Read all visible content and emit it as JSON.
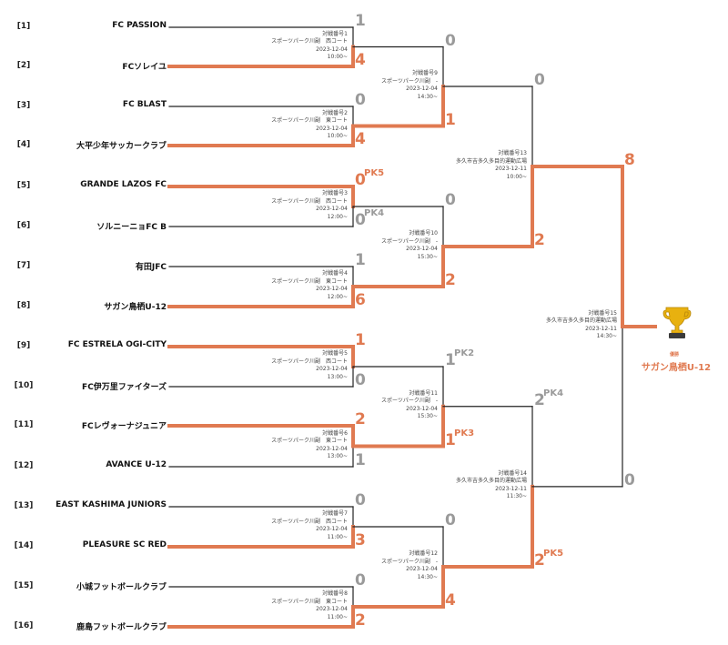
{
  "colors": {
    "win": "#e07a51",
    "lose": "#9a9a9a",
    "line": "#222222"
  },
  "teams": [
    {
      "seed": "[1]",
      "name": "FC PASSION"
    },
    {
      "seed": "[2]",
      "name": "FCソレイユ"
    },
    {
      "seed": "[3]",
      "name": "FC BLAST"
    },
    {
      "seed": "[4]",
      "name": "大平少年サッカークラブ"
    },
    {
      "seed": "[5]",
      "name": "GRANDE LAZOS FC"
    },
    {
      "seed": "[6]",
      "name": "ソルニーニョFC B"
    },
    {
      "seed": "[7]",
      "name": "有田JFC"
    },
    {
      "seed": "[8]",
      "name": "サガン鳥栖U-12"
    },
    {
      "seed": "[9]",
      "name": "FC ESTRELA OGI-CITY"
    },
    {
      "seed": "[10]",
      "name": "FC伊万里ファイターズ"
    },
    {
      "seed": "[11]",
      "name": "FCレヴォーナジュニア"
    },
    {
      "seed": "[12]",
      "name": "AVANCE U-12"
    },
    {
      "seed": "[13]",
      "name": "EAST KASHIMA JUNIORS"
    },
    {
      "seed": "[14]",
      "name": "PLEASURE SC RED"
    },
    {
      "seed": "[15]",
      "name": "小城フットボールクラブ"
    },
    {
      "seed": "[16]",
      "name": "鹿島フットボールクラブ"
    }
  ],
  "round1": [
    {
      "match": "対戦番号1",
      "venue": "スポーツパーク川副　西コート",
      "date": "2023-12-04",
      "time": "10:00~",
      "scores": [
        "1",
        "4"
      ],
      "pk": [
        "",
        ""
      ],
      "winner": 1
    },
    {
      "match": "対戦番号2",
      "venue": "スポーツパーク川副　東コート",
      "date": "2023-12-04",
      "time": "10:00~",
      "scores": [
        "0",
        "4"
      ],
      "pk": [
        "",
        ""
      ],
      "winner": 1
    },
    {
      "match": "対戦番号3",
      "venue": "スポーツパーク川副　西コート",
      "date": "2023-12-04",
      "time": "12:00~",
      "scores": [
        "0",
        "0"
      ],
      "pk": [
        "PK5",
        "PK4"
      ],
      "winner": 0
    },
    {
      "match": "対戦番号4",
      "venue": "スポーツパーク川副　東コート",
      "date": "2023-12-04",
      "time": "12:00~",
      "scores": [
        "1",
        "6"
      ],
      "pk": [
        "",
        ""
      ],
      "winner": 1
    },
    {
      "match": "対戦番号5",
      "venue": "スポーツパーク川副　西コート",
      "date": "2023-12-04",
      "time": "13:00~",
      "scores": [
        "1",
        "0"
      ],
      "pk": [
        "",
        ""
      ],
      "winner": 0
    },
    {
      "match": "対戦番号6",
      "venue": "スポーツパーク川副　東コート",
      "date": "2023-12-04",
      "time": "13:00~",
      "scores": [
        "2",
        "1"
      ],
      "pk": [
        "",
        ""
      ],
      "winner": 0
    },
    {
      "match": "対戦番号7",
      "venue": "スポーツパーク川副　西コート",
      "date": "2023-12-04",
      "time": "11:00~",
      "scores": [
        "0",
        "3"
      ],
      "pk": [
        "",
        ""
      ],
      "winner": 1
    },
    {
      "match": "対戦番号8",
      "venue": "スポーツパーク川副　東コート",
      "date": "2023-12-04",
      "time": "11:00~",
      "scores": [
        "0",
        "2"
      ],
      "pk": [
        "",
        ""
      ],
      "winner": 1
    }
  ],
  "round2": [
    {
      "match": "対戦番号9",
      "venue": "スポーツパーク川副　-",
      "date": "2023-12-04",
      "time": "14:30~",
      "scores": [
        "0",
        "1"
      ],
      "pk": [
        "",
        ""
      ],
      "winner": 1
    },
    {
      "match": "対戦番号10",
      "venue": "スポーツパーク川副　-",
      "date": "2023-12-04",
      "time": "15:30~",
      "scores": [
        "0",
        "2"
      ],
      "pk": [
        "",
        ""
      ],
      "winner": 1
    },
    {
      "match": "対戦番号11",
      "venue": "スポーツパーク川副　-",
      "date": "2023-12-04",
      "time": "15:30~",
      "scores": [
        "1",
        "1"
      ],
      "pk": [
        "PK2",
        "PK3"
      ],
      "winner": 1
    },
    {
      "match": "対戦番号12",
      "venue": "スポーツパーク川副　-",
      "date": "2023-12-04",
      "time": "14:30~",
      "scores": [
        "0",
        "4"
      ],
      "pk": [
        "",
        ""
      ],
      "winner": 1
    }
  ],
  "round3": [
    {
      "match": "対戦番号13",
      "venue": "多久市吉多久多目的運動広場",
      "date": "2023-12-11",
      "time": "10:00~",
      "scores": [
        "0",
        "2"
      ],
      "pk": [
        "",
        ""
      ],
      "winner": 1
    },
    {
      "match": "対戦番号14",
      "venue": "多久市吉多久多目的運動広場",
      "date": "2023-12-11",
      "time": "11:30~",
      "scores": [
        "2",
        "2"
      ],
      "pk": [
        "PK4",
        "PK5"
      ],
      "winner": 1
    }
  ],
  "final": {
    "match": "対戦番号15",
    "venue": "多久市吉多久多目的運動広場",
    "date": "2023-12-11",
    "time": "14:30~",
    "scores": [
      "8",
      "0"
    ],
    "pk": [
      "",
      ""
    ],
    "winner": 0
  },
  "champion": {
    "label": "優勝",
    "name": "サガン鳥栖U-12"
  }
}
